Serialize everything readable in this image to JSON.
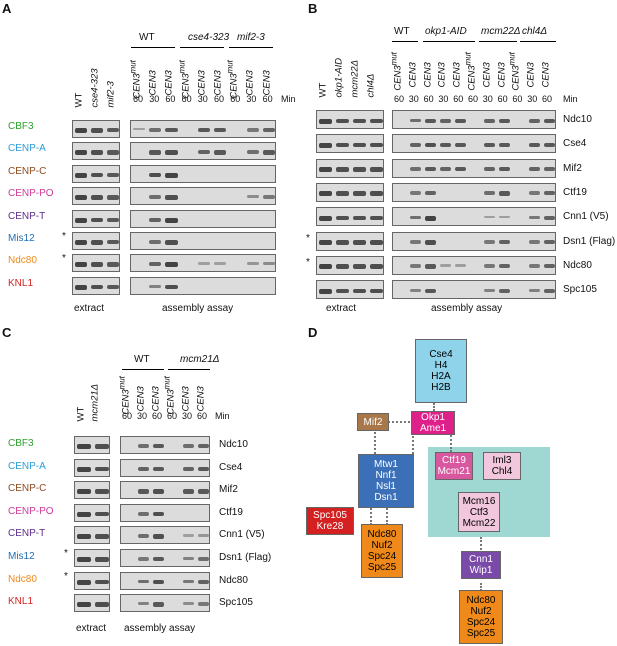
{
  "panels": {
    "a": "A",
    "b": "B",
    "c": "C",
    "d": "D"
  },
  "colors": {
    "CBF3": "#2ca02c",
    "CENP-A": "#2c9bd6",
    "CENP-C": "#8b4a1e",
    "CENP-PO": "#cc3a9a",
    "CENP-T": "#5a2b8a",
    "Mis12": "#1f6fb2",
    "Ndc80": "#ef8a1a",
    "KNL1": "#d42020"
  },
  "panel_a": {
    "labels": [
      "CBF3",
      "CENP-A",
      "CENP-C",
      "CENP-PO",
      "CENP-T",
      "Mis12",
      "Ndc80",
      "KNL1"
    ],
    "extract_lanes": [
      "WT",
      "cse4-323",
      "mif2-3"
    ],
    "groups": [
      "WT",
      "cse4-323",
      "mif2-3"
    ],
    "lanes": [
      "CEN3mut",
      "CEN3",
      "CEN3",
      "CEN3mut",
      "CEN3",
      "CEN3",
      "CEN3mut",
      "CEN3",
      "CEN3"
    ],
    "times": [
      "60",
      "30",
      "60",
      "60",
      "30",
      "60",
      "60",
      "30",
      "60"
    ],
    "min": "Min",
    "extract": "extract",
    "assay": "assembly assay"
  },
  "panel_b": {
    "proteins": [
      "Ndc10",
      "Cse4",
      "Mif2",
      "Ctf19",
      "Cnn1 (V5)",
      "Dsn1 (Flag)",
      "Ndc80",
      "Spc105"
    ],
    "extract_lanes": [
      "WT",
      "okp1-AID",
      "mcm22Δ",
      "chl4Δ"
    ],
    "groups": [
      "WT",
      "okp1-AID",
      "mcm22Δ",
      "chl4Δ"
    ],
    "lanes": [
      "CEN3mut",
      "CEN3",
      "CEN3",
      "CEN3",
      "CEN3",
      "CEN3mut",
      "CEN3",
      "CEN3",
      "CEN3mut",
      "CEN3",
      "CEN3"
    ],
    "times": [
      "60",
      "30",
      "60",
      "30",
      "60",
      "60",
      "30",
      "60",
      "60",
      "30",
      "60"
    ],
    "min": "Min",
    "extract": "extract",
    "assay": "assembly assay"
  },
  "panel_c": {
    "labels": [
      "CBF3",
      "CENP-A",
      "CENP-C",
      "CENP-PO",
      "CENP-T",
      "Mis12",
      "Ndc80",
      "KNL1"
    ],
    "proteins": [
      "Ndc10",
      "Cse4",
      "Mif2",
      "Ctf19",
      "Cnn1 (V5)",
      "Dsn1 (Flag)",
      "Ndc80",
      "Spc105"
    ],
    "extract_lanes": [
      "WT",
      "mcm21Δ"
    ],
    "groups": [
      "WT",
      "mcm21Δ"
    ],
    "lanes": [
      "CEN3mut",
      "CEN3",
      "CEN3",
      "CEN3mut",
      "CEN3",
      "CEN3"
    ],
    "times": [
      "60",
      "30",
      "60",
      "60",
      "30",
      "60"
    ],
    "min": "Min",
    "extract": "extract",
    "assay": "assembly assay"
  },
  "panel_d": {
    "cse4": [
      "Cse4",
      "H4",
      "H2A",
      "H2B"
    ],
    "mif2": "Mif2",
    "okp1": [
      "Okp1",
      "Ame1"
    ],
    "mtw1": [
      "Mtw1",
      "Nnf1",
      "Nsl1",
      "Dsn1"
    ],
    "spc105": [
      "Spc105",
      "Kre28"
    ],
    "ndc80a": [
      "Ndc80",
      "Nuf2",
      "Spc24",
      "Spc25"
    ],
    "ctf19": [
      "Ctf19",
      "Mcm21"
    ],
    "iml3": [
      "Iml3",
      "Chl4"
    ],
    "mcm16": [
      "Mcm16",
      "Ctf3",
      "Mcm22"
    ],
    "cnn1": [
      "Cnn1",
      "Wip1"
    ],
    "ndc80b": [
      "Ndc80",
      "Nuf2",
      "Spc24",
      "Spc25"
    ]
  }
}
